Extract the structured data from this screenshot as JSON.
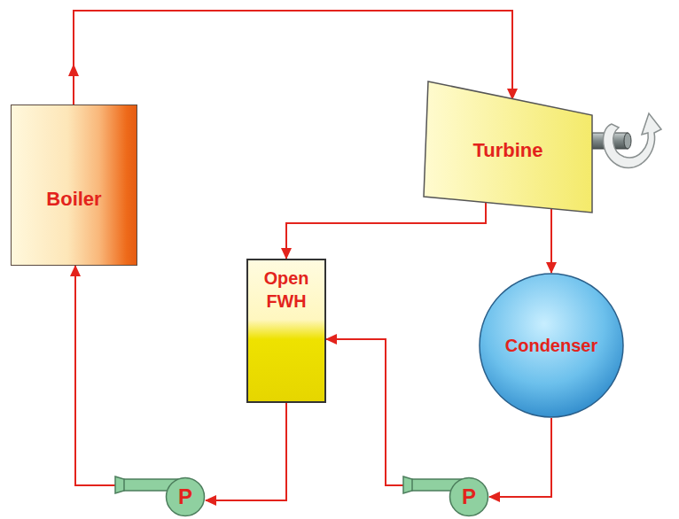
{
  "diagram": {
    "nodes": [
      {
        "text": [
          "Boiler"
        ]
      },
      {
        "text": [
          "Turbine"
        ]
      },
      {
        "text": [
          "Open FWH"
        ]
      },
      {
        "text": [
          "Condenser"
        ]
      },
      {
        "text": [
          "P"
        ]
      },
      {
        "text": [
          "P"
        ]
      }
    ],
    "edges": [
      {
        "from": 0,
        "to": 1,
        "arrow": "to"
      },
      {
        "from": 1,
        "to": 2,
        "arrow": "to"
      },
      {
        "from": 1,
        "to": 3,
        "arrow": "to"
      },
      {
        "from": 3,
        "to": 5,
        "arrow": "to"
      },
      {
        "from": 5,
        "to": 2,
        "arrow": "to"
      },
      {
        "from": 2,
        "to": 4,
        "arrow": "to"
      },
      {
        "from": 4,
        "to": 0,
        "arrow": "to"
      }
    ]
  }
}
